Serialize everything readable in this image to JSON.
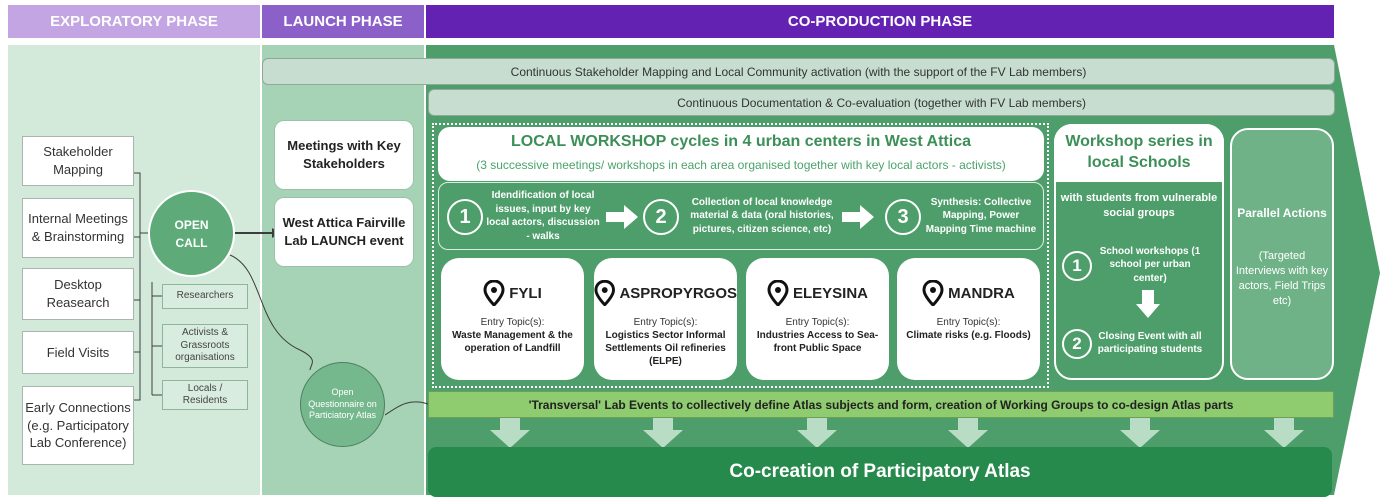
{
  "phases": {
    "exploratory": "EXPLORATORY PHASE",
    "launch": "LAUNCH PHASE",
    "coproduction": "CO-PRODUCTION PHASE"
  },
  "exploratory": {
    "boxes": [
      "Stakeholder Mapping",
      "Internal Meetings & Brainstorming",
      "Desktop Reasearch",
      "Field Visits",
      "Early Connections (e.g. Participatory Lab Conference)"
    ],
    "open_call": "OPEN CALL",
    "groups": [
      "Researchers",
      "Activists & Grassroots organisations",
      "Locals / Residents"
    ]
  },
  "launch": {
    "meetings": "Meetings with Key Stakeholders",
    "event": "West Attica Fairville Lab LAUNCH event",
    "questionnaire": "Open Questionnaire on Particiatory Atlas"
  },
  "bars": {
    "stakeholder_mapping": "Continuous Stakeholder Mapping and Local Community activation (with the support of the FV Lab members)",
    "documentation": "Continuous Documentation & Co-evaluation (together with FV Lab members)"
  },
  "workshop": {
    "title": "LOCAL WORKSHOP cycles in 4 urban centers in West Attica",
    "subtitle": "(3 successive meetings/ workshops in each area organised together with key local actors - activists)",
    "steps": [
      {
        "num": "1",
        "text": "Idendification of local issues, input by key local actors, discussion - walks"
      },
      {
        "num": "2",
        "text": "Collection of local knowledge material & data (oral histories, pictures, citizen science, etc)"
      },
      {
        "num": "3",
        "text": "Synthesis: Collective Mapping, Power Mapping Time machine"
      }
    ]
  },
  "cities": [
    {
      "name": "FYLI",
      "entry": "Entry Topic(s):",
      "topics": "Waste Management & the operation of Landfill"
    },
    {
      "name": "ASPROPYRGOS",
      "entry": "Entry Topic(s):",
      "topics": "Logistics Sector Informal Settlements Oil refineries (ELPE)"
    },
    {
      "name": "ELEYSINA",
      "entry": "Entry Topic(s):",
      "topics": "Industries Access to Sea-front Public Space"
    },
    {
      "name": "MANDRA",
      "entry": "Entry Topic(s):",
      "topics": "Climate risks (e.g. Floods)"
    }
  ],
  "schools": {
    "title": "Workshop series in local Schools",
    "subtitle": "with students from vulnerable social groups",
    "step1_num": "1",
    "step1": "School workshops (1 school per urban center)",
    "step2_num": "2",
    "step2": "Closing Event with all participating students"
  },
  "parallel": {
    "title": "Parallel Actions",
    "text": "(Targeted Interviews with key actors, Field Trips etc)"
  },
  "transversal": "'Transversal' Lab Events to collectively define Atlas subjects and form, creation of Working Groups to co-design Atlas parts",
  "atlas": "Co-creation of Participatory Atlas",
  "colors": {
    "exploratory": "#c2a5e2",
    "launch": "#8b61c9",
    "coproduction": "#6422b2",
    "green_main": "#4e9e6b",
    "green_dark": "#268a4c",
    "green_light": "#8fcb6f"
  }
}
